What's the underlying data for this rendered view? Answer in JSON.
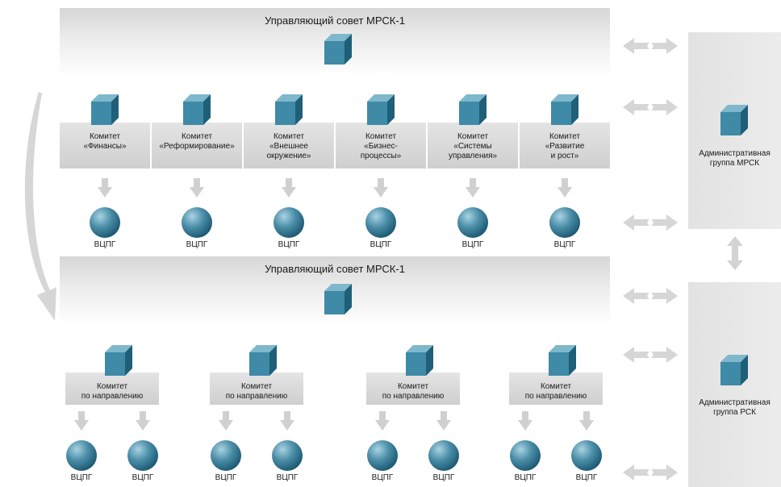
{
  "top_council": {
    "title": "Управляющий совет МРСК-1"
  },
  "bottom_council": {
    "title": "Управляющий совет МРСК-1"
  },
  "committees": [
    {
      "lines": [
        "Комитет",
        "«Финансы»"
      ]
    },
    {
      "lines": [
        "Комитет",
        "«Реформирование»"
      ]
    },
    {
      "lines": [
        "Комитет",
        "«Внешнее",
        "окружение»"
      ]
    },
    {
      "lines": [
        "Комитет",
        "«Бизнес-",
        "процессы»"
      ]
    },
    {
      "lines": [
        "Комитет",
        "«Системы",
        "управления»"
      ]
    },
    {
      "lines": [
        "Комитет",
        "«Развитие",
        "и рост»"
      ]
    }
  ],
  "direction_committees": [
    {
      "lines": [
        "Комитет",
        "по направлению"
      ]
    },
    {
      "lines": [
        "Комитет",
        "по направлению"
      ]
    },
    {
      "lines": [
        "Комитет",
        "по направлению"
      ]
    },
    {
      "lines": [
        "Комитет",
        "по направлению"
      ]
    }
  ],
  "vcpg_label": "ВЦПГ",
  "admin_mrsk": {
    "lines": [
      "Административная",
      "группа МРСК"
    ]
  },
  "admin_rsk": {
    "lines": [
      "Административная",
      "группа РСК"
    ]
  },
  "colors": {
    "cube_front": "#3f8aa6",
    "cube_top": "#7fb8cc",
    "cube_side": "#1f5f78",
    "arrow": "#d0d0d0"
  }
}
